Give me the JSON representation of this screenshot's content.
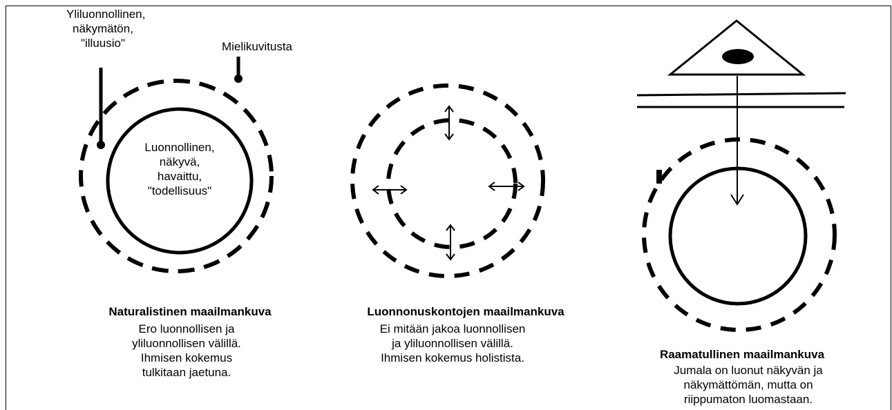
{
  "panel_natural": {
    "top_label": [
      "Yliluonnollinen,",
      "näkymätön,",
      "\"illuusio\""
    ],
    "right_label": "Mielikuvitusta",
    "inner_label": [
      "Luonnollinen,",
      "näkyvä,",
      "havaittu,",
      "\"todellisuus\""
    ],
    "title": "Naturalistinen maailmankuva",
    "description": [
      "Ero luonnollisen ja",
      "yliluonnollisen välillä.",
      "Ihmisen kokemus",
      "tulkitaan jaetuna."
    ]
  },
  "panel_nature_religions": {
    "title": "Luonnonuskontojen maailmankuva",
    "description": [
      "Ei mitään jakoa luonnollisen",
      "ja yliluonnollisen välillä.",
      "Ihmisen kokemus holistista."
    ]
  },
  "panel_biblical": {
    "title": "Raamatullinen maailmankuva",
    "description": [
      "Jumala on luonut näkyvän ja",
      "näkymättömän, mutta on",
      "riippumaton luomastaan."
    ]
  },
  "colors": {
    "ink": "#000000",
    "background": "#ffffff"
  }
}
